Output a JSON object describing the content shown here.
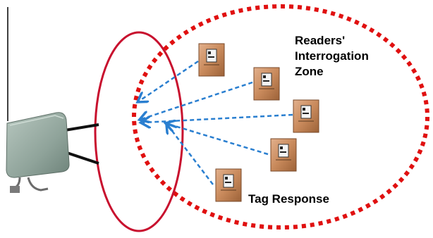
{
  "diagram": {
    "zone_label_lines": [
      "Readers'",
      "Interrogation",
      "Zone"
    ],
    "tag_response_label": "Tag Response",
    "colors": {
      "zone_dotted": "#e01010",
      "reader_field": "#c8102e",
      "response_arrows": "#2a7fd0",
      "antenna": "#8fa39a",
      "tag_copper": "#c98a5c"
    },
    "icons": [
      "antenna-reader-icon",
      "rfid-tag-icon"
    ]
  }
}
